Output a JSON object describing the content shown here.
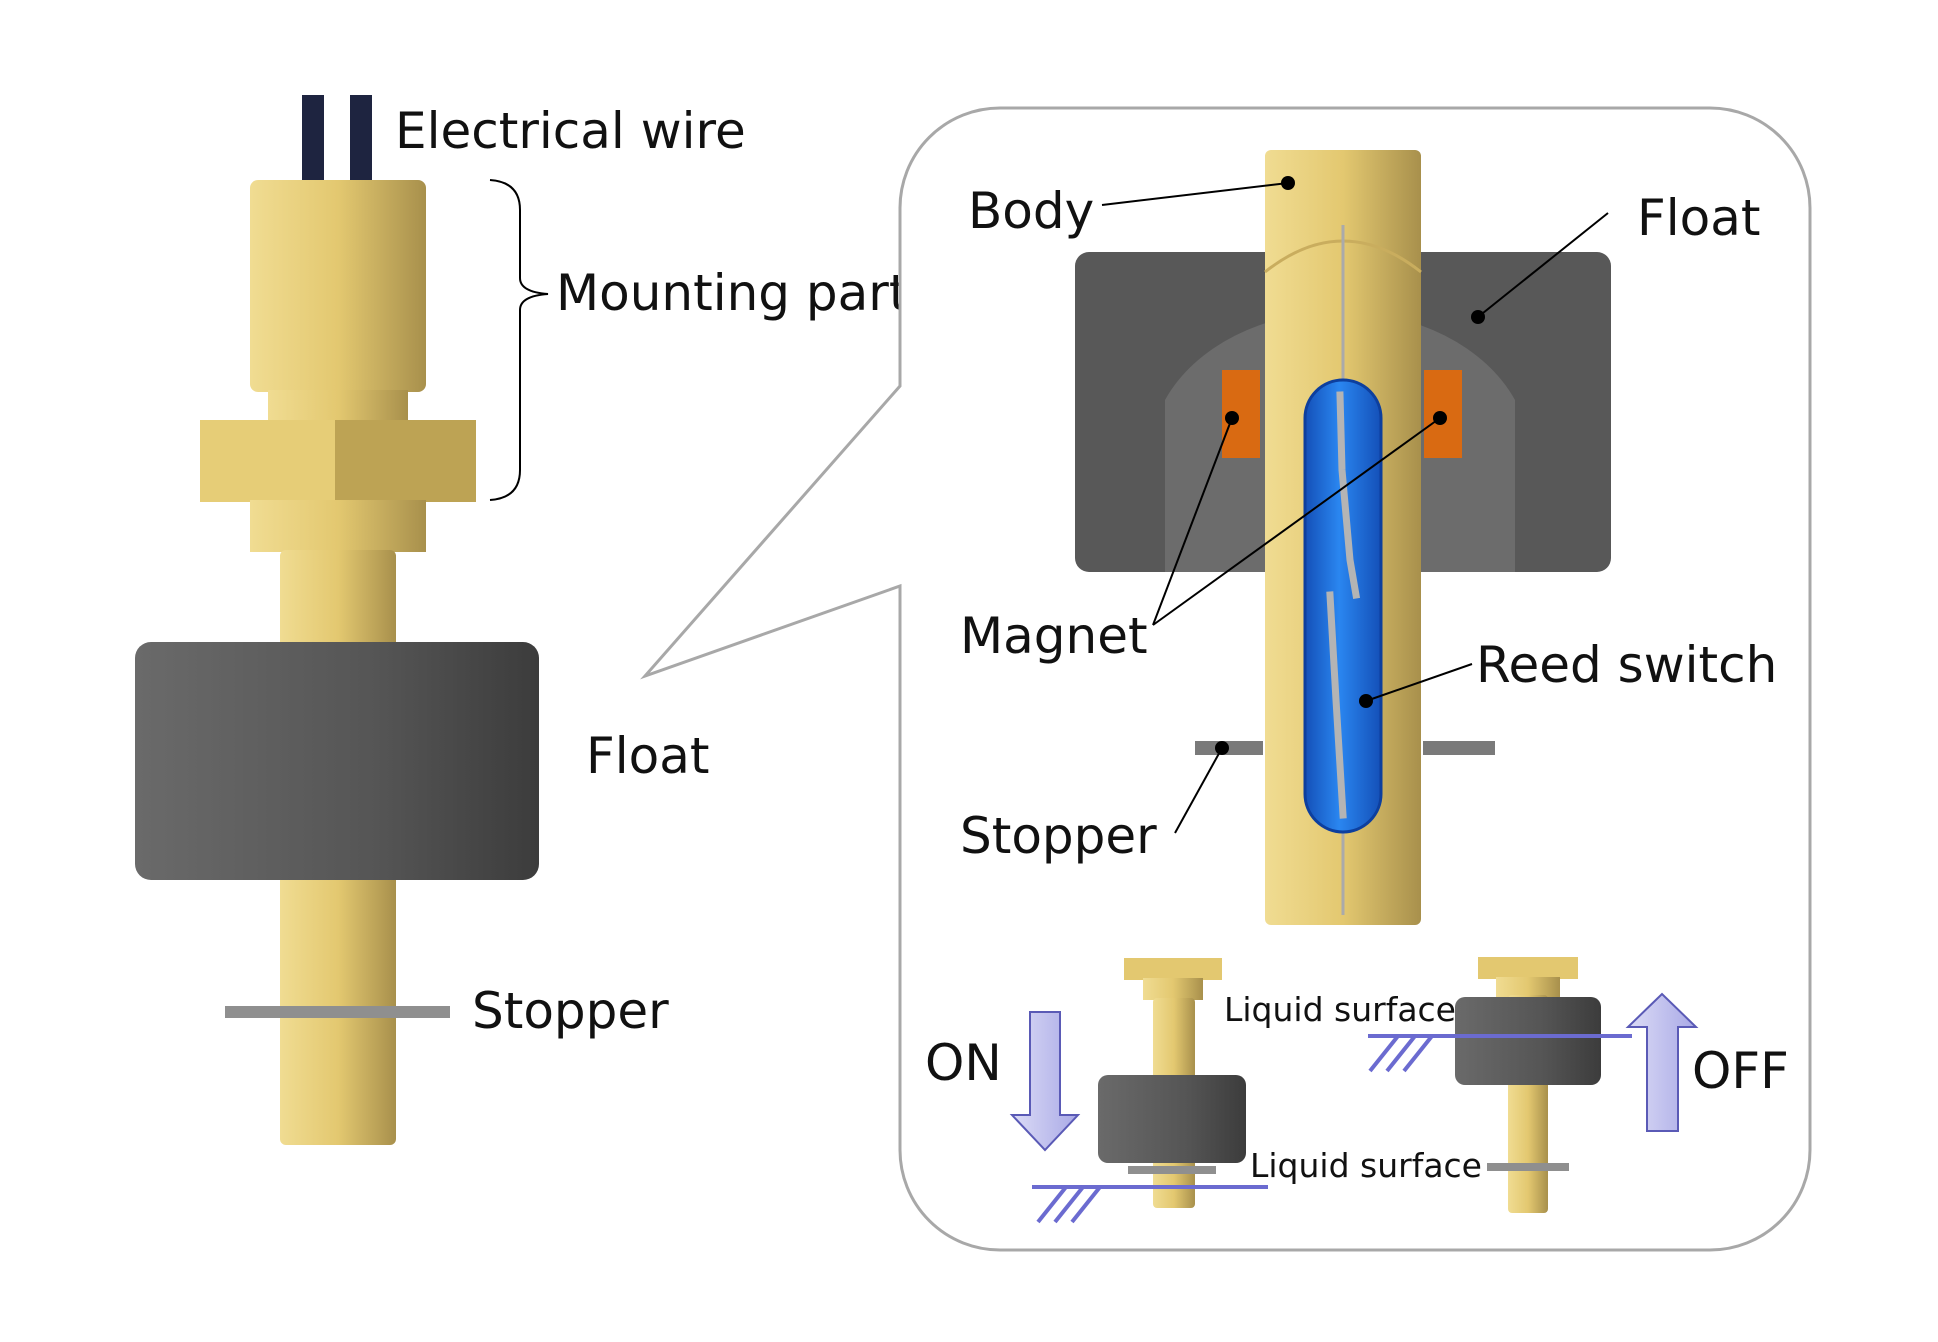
{
  "main_view": {
    "wire_label": "Electrical wire",
    "mounting_label": "Mounting part",
    "float_label": "Float",
    "stopper_label": "Stopper"
  },
  "detail_view": {
    "body_label": "Body",
    "float_label": "Float",
    "magnet_label": "Magnet",
    "reed_label": "Reed switch",
    "stopper_label": "Stopper"
  },
  "states": {
    "on_label": "ON",
    "off_label": "OFF",
    "liquid_left": "Liquid surface",
    "liquid_right": "Liquid surface"
  },
  "colors": {
    "brass": "#e3c870",
    "float": "#5a5a5a",
    "magnet": "#d96a12",
    "reed_glass": "#1a6fe0",
    "liquid": "#6b6bd0",
    "arrow": "#b8b8ec"
  }
}
